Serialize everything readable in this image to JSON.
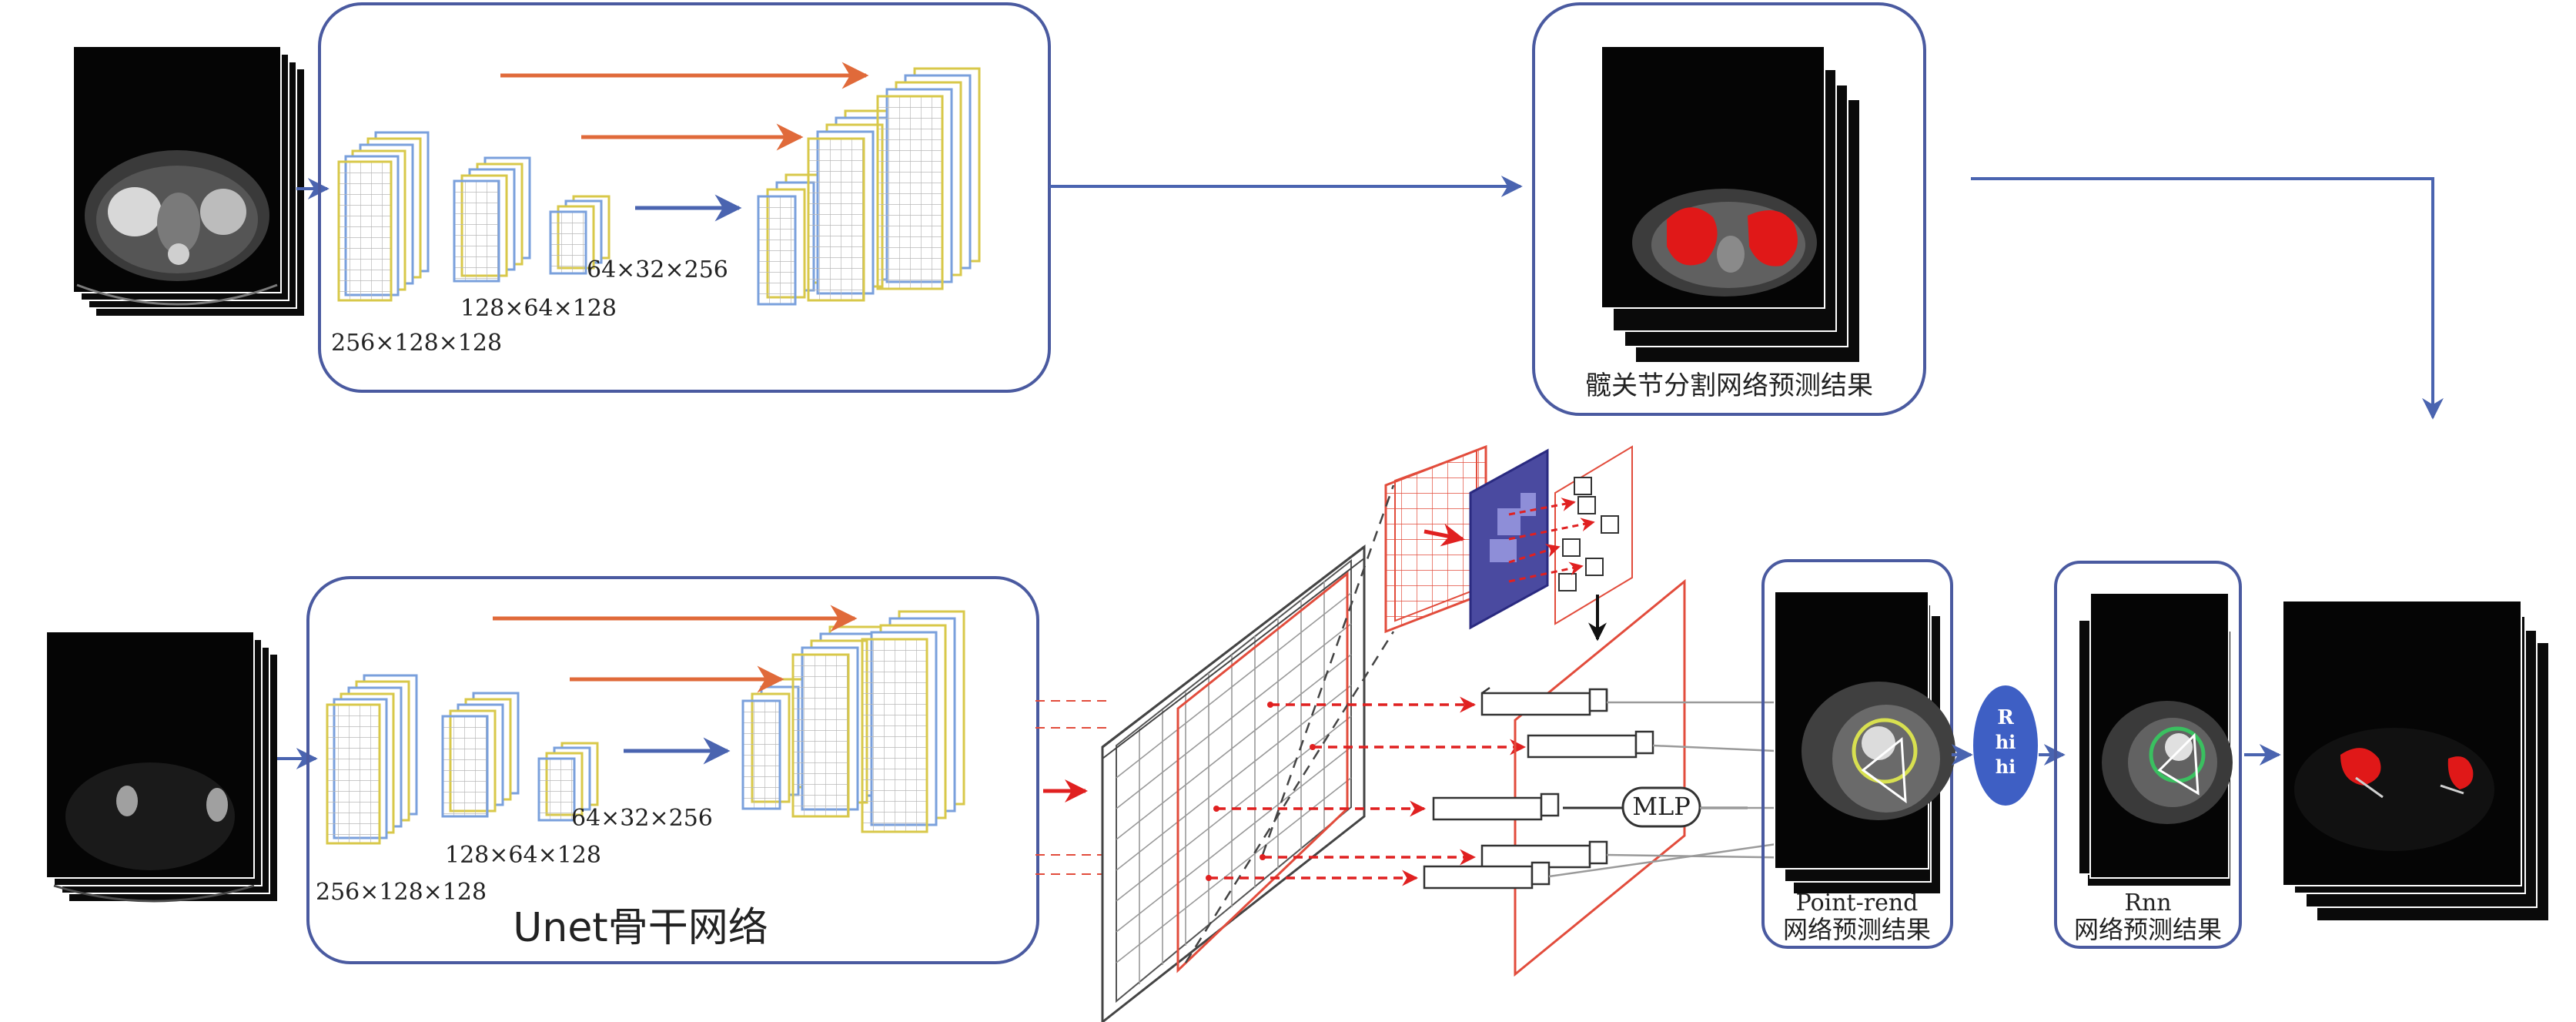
{
  "top_pipeline": {
    "dims": {
      "large": "256×128×128",
      "medium": "128×64×128",
      "small": "64×32×256"
    },
    "result_caption": "髋关节分割网络预测结果"
  },
  "bottom_pipeline": {
    "dims": {
      "large": "256×128×128",
      "medium": "128×64×128",
      "small": "64×32×256"
    },
    "backbone_caption": "Unet骨干网络",
    "mlp_label": "MLP",
    "pointrend_caption": {
      "line1": "Point-rend",
      "line2": "网络预测结果"
    },
    "rnn_node": {
      "line1": "R",
      "line2": "hi",
      "line3": "hi"
    },
    "rnn_caption": {
      "line1": "Rnn",
      "line2": "网络预测结果"
    }
  },
  "colors": {
    "frame": "#4a5aa0",
    "arrow_blue": "#4a64b0",
    "arrow_orange": "#e06a3a",
    "grid_red": "#e24c3c",
    "prediction_red": "#e01818",
    "rnn_node": "#3e5fc4"
  }
}
